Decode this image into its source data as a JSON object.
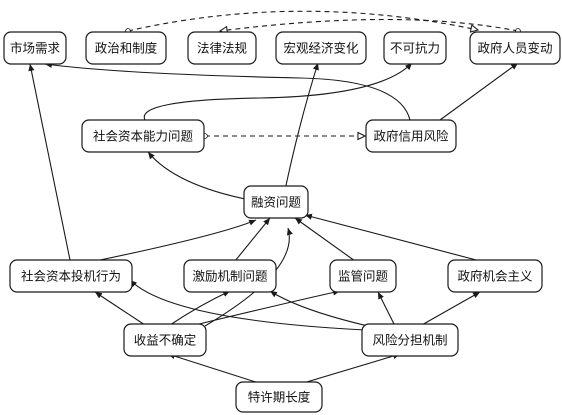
{
  "nodes": {
    "market_demand": "市场需求",
    "politics_system": "政治和制度",
    "laws": "法律法规",
    "macro_economy": "宏观经济变化",
    "force_majeure": "不可抗力",
    "gov_personnel": "政府人员变动",
    "social_capital_capability": "社会资本能力问题",
    "gov_credit_risk": "政府信用风险",
    "financing": "融资问题",
    "social_capital_speculation": "社会资本投机行为",
    "incentive_mechanism": "激励机制问题",
    "supervision": "监管问题",
    "gov_opportunism": "政府机会主义",
    "revenue_uncertainty": "收益不确定",
    "risk_sharing": "风险分担机制",
    "concession_period": "特许期长度"
  },
  "colors": {
    "line": "#1a1a1a",
    "node_fill": "#ffffff",
    "text": "#111111"
  }
}
